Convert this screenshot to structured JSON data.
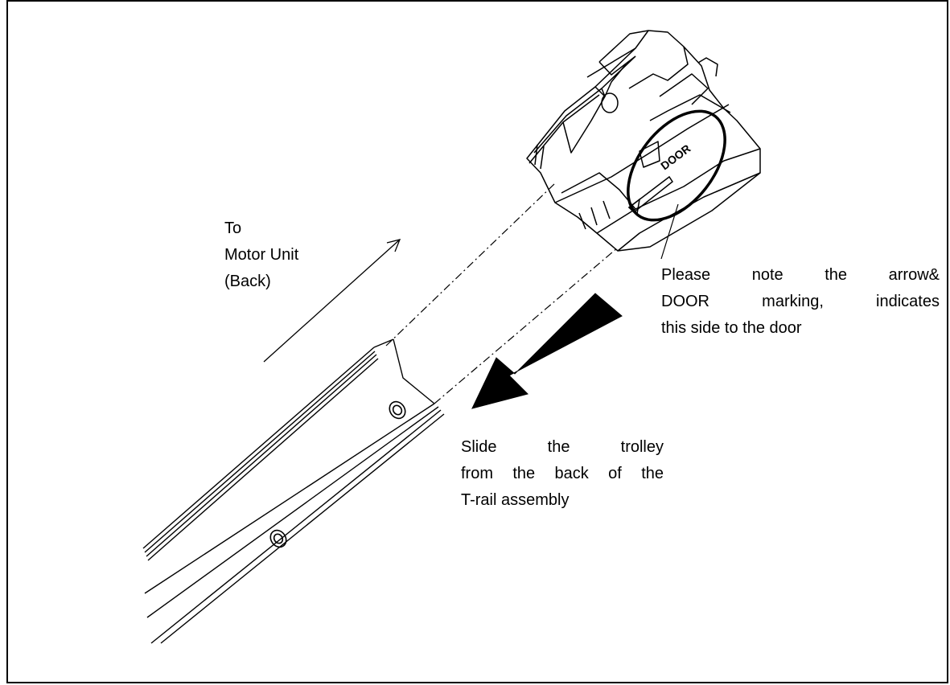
{
  "labels": {
    "to_motor": {
      "line1": "To",
      "line2": "Motor Unit",
      "line3": "(Back)"
    },
    "door_note": {
      "line1": "Please note the arrow&",
      "line2": "DOOR marking, indicates",
      "line3": "this side to the door"
    },
    "slide_note": {
      "line1": "Slide the trolley",
      "line2": "from the back of the",
      "line3": "T-rail assembly"
    },
    "trolley_marking": "DOOR"
  },
  "colors": {
    "line": "#000000",
    "background": "#ffffff"
  },
  "icons": {
    "direction_arrow": "thin-arrow-up-right",
    "slide_arrow": "thick-arrow-down-left"
  }
}
